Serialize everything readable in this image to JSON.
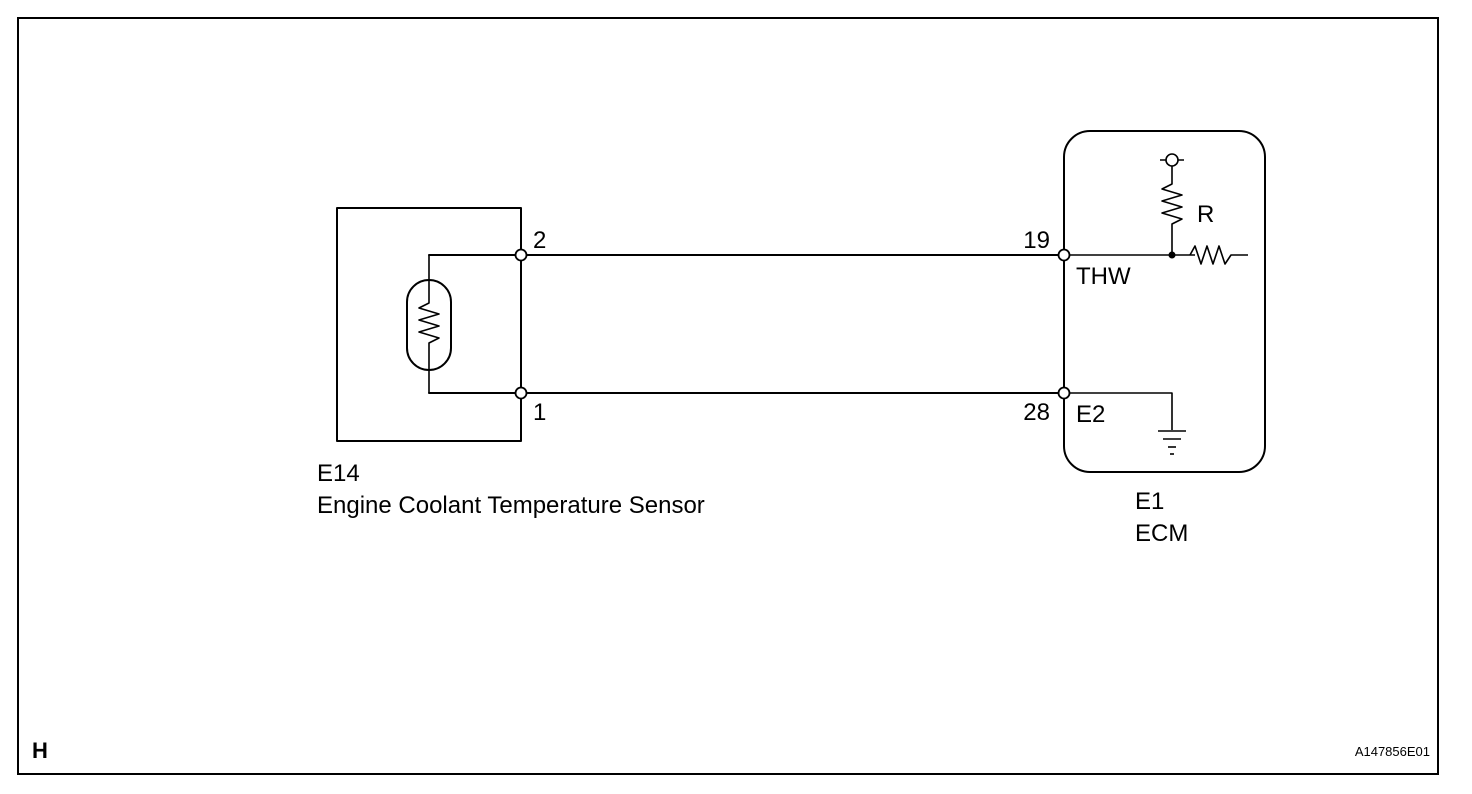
{
  "sensor": {
    "connector_id": "E14",
    "name": "Engine Coolant Temperature Sensor",
    "pin_signal": "2",
    "pin_ground": "1"
  },
  "ecm": {
    "connector_id": "E1",
    "name": "ECM",
    "pin_signal": "19",
    "pin_ground": "28",
    "terminal_signal": "THW",
    "terminal_ground": "E2",
    "resistor_label": "R"
  },
  "footer": {
    "corner_letter": "H",
    "figure_code": "A147856E01"
  }
}
